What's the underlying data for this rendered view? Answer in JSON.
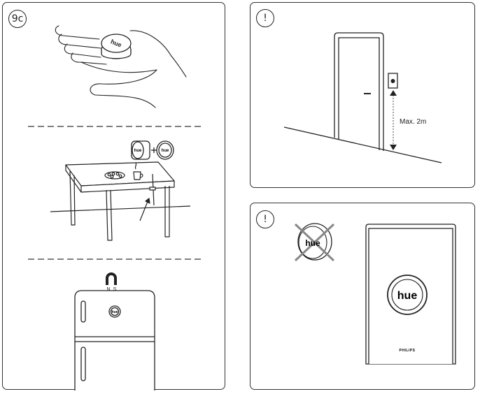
{
  "step_badge": "9c",
  "warning_badge": "!",
  "door_measure": "Max. 2m",
  "hue_logo": "hue",
  "brand": "PHILIPS"
}
